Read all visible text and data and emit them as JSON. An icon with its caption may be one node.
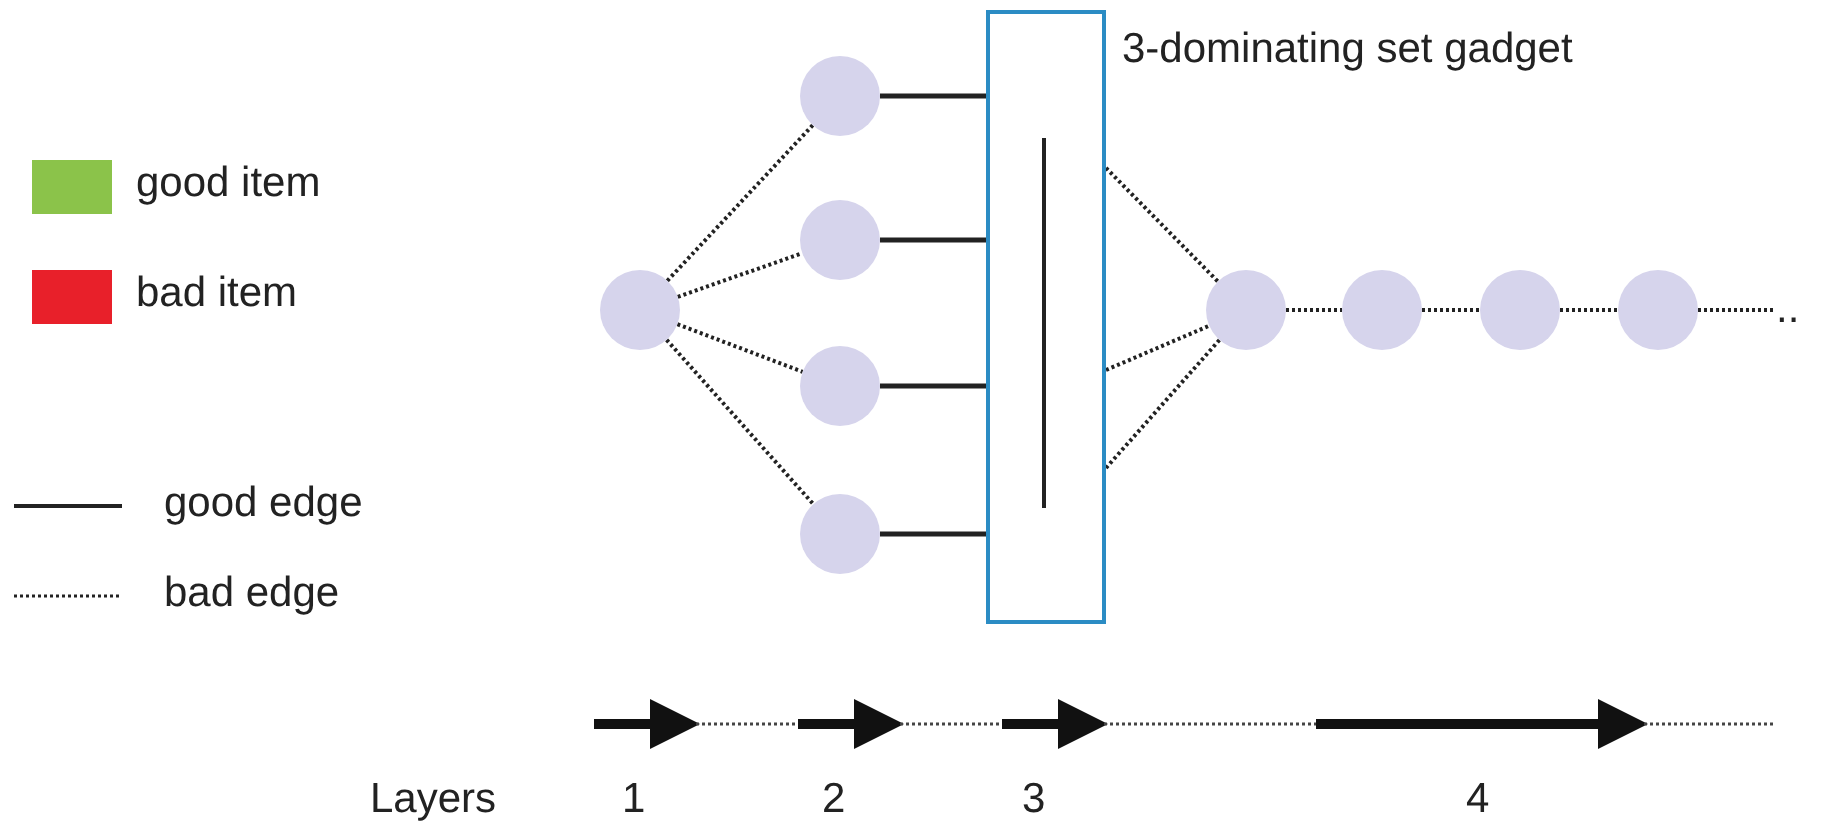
{
  "diagram": {
    "nodes": [
      {
        "text": [],
        "shape": "circle"
      },
      {
        "text": [],
        "shape": "circle"
      },
      {
        "text": [],
        "shape": "circle"
      },
      {
        "text": [],
        "shape": "circle"
      },
      {
        "text": [],
        "shape": "circle"
      },
      {
        "text": [
          "3-dominating set gadget"
        ]
      },
      {
        "text": [],
        "shape": "circle"
      },
      {
        "text": [],
        "shape": "circle"
      },
      {
        "text": [],
        "shape": "circle"
      },
      {
        "text": [],
        "shape": "circle"
      },
      {
        "text": [
          ".."
        ]
      }
    ],
    "edges": [
      {
        "from": 0,
        "to": 1,
        "arrow": "none",
        "style": "dashed"
      },
      {
        "from": 0,
        "to": 2,
        "arrow": "none",
        "style": "dashed"
      },
      {
        "from": 0,
        "to": 3,
        "arrow": "none",
        "style": "dashed"
      },
      {
        "from": 0,
        "to": 4,
        "arrow": "none",
        "style": "dashed"
      },
      {
        "from": 1,
        "to": 5,
        "arrow": "none"
      },
      {
        "from": 2,
        "to": 5,
        "arrow": "none"
      },
      {
        "from": 3,
        "to": 5,
        "arrow": "none"
      },
      {
        "from": 4,
        "to": 5,
        "arrow": "none"
      },
      {
        "from": 5,
        "to": 6,
        "arrow": "none",
        "style": "dashed"
      },
      {
        "from": 5,
        "to": 6,
        "arrow": "none",
        "style": "dashed"
      },
      {
        "from": 5,
        "to": 6,
        "arrow": "none",
        "style": "dashed"
      },
      {
        "from": 6,
        "to": 7,
        "arrow": "none",
        "style": "dashed"
      },
      {
        "from": 7,
        "to": 8,
        "arrow": "none",
        "style": "dashed"
      },
      {
        "from": 8,
        "to": 9,
        "arrow": "none",
        "style": "dashed"
      },
      {
        "from": 9,
        "to": 10,
        "arrow": "none",
        "style": "dashed"
      }
    ],
    "labels": [
      "Layers",
      "1",
      "2",
      "3",
      "4"
    ],
    "legend": [
      {
        "text": "good item",
        "color": "#8bc34a"
      },
      {
        "text": "bad item",
        "color": "#e8202a"
      },
      {
        "text": "good edge"
      },
      {
        "text": "bad edge"
      }
    ]
  }
}
